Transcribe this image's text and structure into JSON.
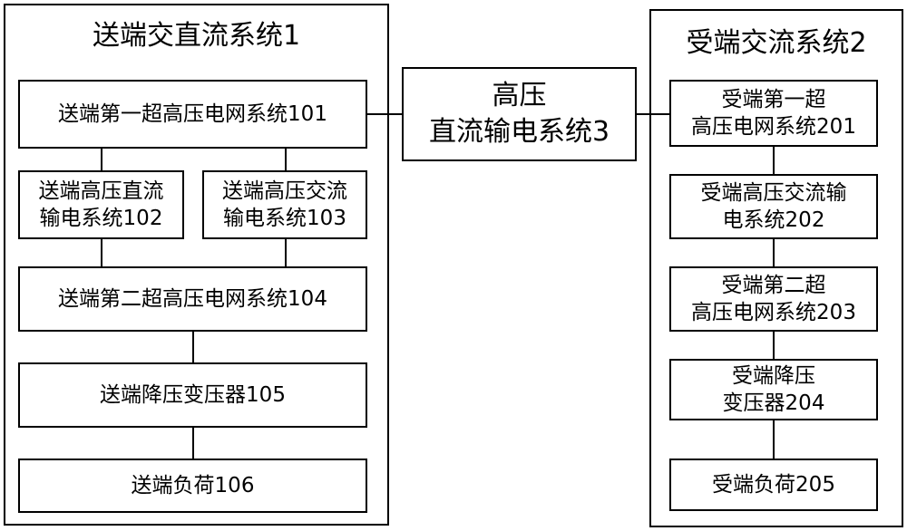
{
  "sending_system": {
    "title": "送端交直流系统1",
    "ehv_grid_1": "送端第一超高压电网系统101",
    "hvdc_transmission": "送端高压直流\n输电系统102",
    "hvac_transmission": "送端高压交流\n输电系统103",
    "ehv_grid_2": "送端第二超高压电网系统104",
    "step_down_transformer": "送端降压变压器105",
    "load": "送端负荷106"
  },
  "hvdc_link": {
    "label": "高压\n直流输电系统3"
  },
  "receiving_system": {
    "title": "受端交流系统2",
    "ehv_grid_1": "受端第一超\n高压电网系统201",
    "hvac_transmission": "受端高压交流输\n电系统202",
    "ehv_grid_2": "受端第二超\n高压电网系统203",
    "step_down_transformer": "受端降压\n变压器204",
    "load": "受端负荷205"
  }
}
